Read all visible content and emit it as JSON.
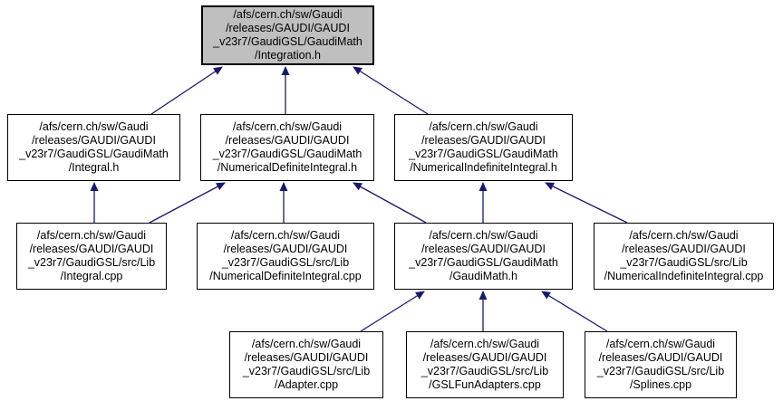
{
  "diagram": {
    "type": "include-dependency-graph",
    "tool_style": "doxygen-graphviz",
    "colors": {
      "root_fill": "#bfbfbf",
      "node_fill": "#ffffff",
      "node_border": "#000000",
      "edge": "#191970",
      "background": "#ffffff"
    },
    "nodes": [
      {
        "id": "integration_h",
        "label": "/afs/cern.ch/sw/Gaudi\n/releases/GAUDI/GAUDI\n_v23r7/GaudiGSL/GaudiMath\n/Integration.h",
        "is_root": true
      },
      {
        "id": "integral_h",
        "label": "/afs/cern.ch/sw/Gaudi\n/releases/GAUDI/GAUDI\n_v23r7/GaudiGSL/GaudiMath\n/Integral.h",
        "is_root": false
      },
      {
        "id": "numerical_definite_integral_h",
        "label": "/afs/cern.ch/sw/Gaudi\n/releases/GAUDI/GAUDI\n_v23r7/GaudiGSL/GaudiMath\n/NumericalDefiniteIntegral.h",
        "is_root": false
      },
      {
        "id": "numerical_indefinite_integral_h",
        "label": "/afs/cern.ch/sw/Gaudi\n/releases/GAUDI/GAUDI\n_v23r7/GaudiGSL/GaudiMath\n/NumericalIndefiniteIntegral.h",
        "is_root": false
      },
      {
        "id": "integral_cpp",
        "label": "/afs/cern.ch/sw/Gaudi\n/releases/GAUDI/GAUDI\n_v23r7/GaudiGSL/src/Lib\n/Integral.cpp",
        "is_root": false
      },
      {
        "id": "numerical_definite_integral_cpp",
        "label": "/afs/cern.ch/sw/Gaudi\n/releases/GAUDI/GAUDI\n_v23r7/GaudiGSL/src/Lib\n/NumericalDefiniteIntegral.cpp",
        "is_root": false
      },
      {
        "id": "gaudimath_h",
        "label": "/afs/cern.ch/sw/Gaudi\n/releases/GAUDI/GAUDI\n_v23r7/GaudiGSL/GaudiMath\n/GaudiMath.h",
        "is_root": false
      },
      {
        "id": "numerical_indefinite_integral_cpp",
        "label": "/afs/cern.ch/sw/Gaudi\n/releases/GAUDI/GAUDI\n_v23r7/GaudiGSL/src/Lib\n/NumericalIndefiniteIntegral.cpp",
        "is_root": false
      },
      {
        "id": "adapter_cpp",
        "label": "/afs/cern.ch/sw/Gaudi\n/releases/GAUDI/GAUDI\n_v23r7/GaudiGSL/src/Lib\n/Adapter.cpp",
        "is_root": false
      },
      {
        "id": "gslfunadapters_cpp",
        "label": "/afs/cern.ch/sw/Gaudi\n/releases/GAUDI/GAUDI\n_v23r7/GaudiGSL/src/Lib\n/GSLFunAdapters.cpp",
        "is_root": false
      },
      {
        "id": "splines_cpp",
        "label": "/afs/cern.ch/sw/Gaudi\n/releases/GAUDI/GAUDI\n_v23r7/GaudiGSL/src/Lib\n/Splines.cpp",
        "is_root": false
      }
    ],
    "edges": [
      {
        "from": "integral_h",
        "to": "integration_h"
      },
      {
        "from": "numerical_definite_integral_h",
        "to": "integration_h"
      },
      {
        "from": "numerical_indefinite_integral_h",
        "to": "integration_h"
      },
      {
        "from": "integral_cpp",
        "to": "integral_h"
      },
      {
        "from": "integral_cpp",
        "to": "numerical_definite_integral_h"
      },
      {
        "from": "numerical_definite_integral_cpp",
        "to": "numerical_definite_integral_h"
      },
      {
        "from": "gaudimath_h",
        "to": "numerical_definite_integral_h"
      },
      {
        "from": "gaudimath_h",
        "to": "numerical_indefinite_integral_h"
      },
      {
        "from": "numerical_indefinite_integral_cpp",
        "to": "numerical_indefinite_integral_h"
      },
      {
        "from": "adapter_cpp",
        "to": "gaudimath_h"
      },
      {
        "from": "gslfunadapters_cpp",
        "to": "gaudimath_h"
      },
      {
        "from": "splines_cpp",
        "to": "gaudimath_h"
      }
    ]
  }
}
